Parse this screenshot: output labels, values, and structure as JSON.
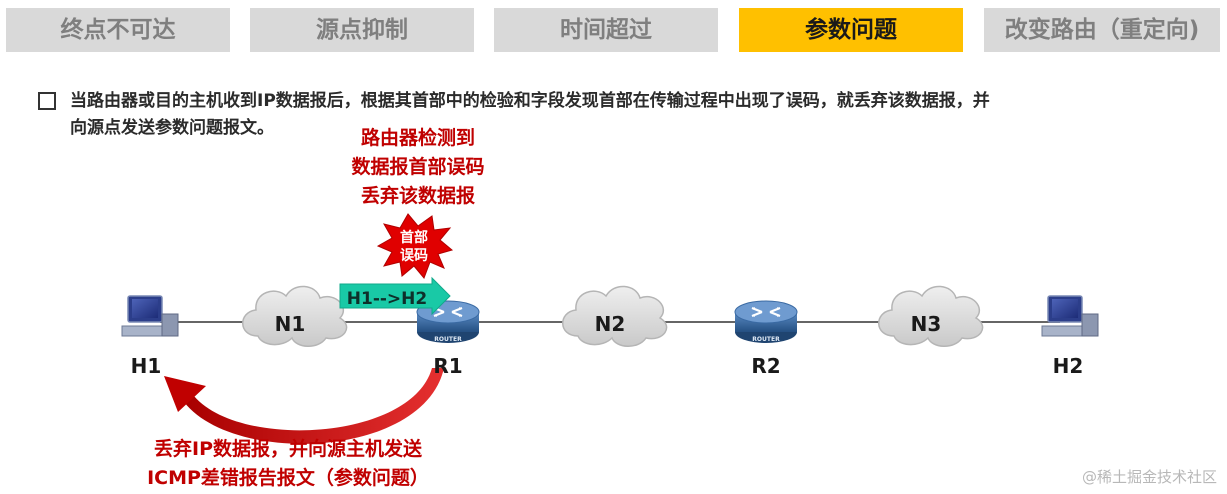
{
  "tabs": [
    {
      "label": "终点不可达",
      "active": false
    },
    {
      "label": "源点抑制",
      "active": false
    },
    {
      "label": "时间超过",
      "active": false
    },
    {
      "label": "参数问题",
      "active": true
    },
    {
      "label": "改变路由（重定向)",
      "active": false
    }
  ],
  "description": {
    "line1": "当路由器或目的主机收到IP数据报后，根据其首部中的检验和字段发现首部在传输过程中出现了误码，就丢弃该数据报，并",
    "line2": "向源点发送参数问题报文。"
  },
  "annotation_top": {
    "line1": "路由器检测到",
    "line2": "数据报首部误码",
    "line3": "丢弃该数据报"
  },
  "error_burst": {
    "line1": "首部",
    "line2": "误码"
  },
  "packet_label": "H1-->H2",
  "networks": [
    "N1",
    "N2",
    "N3"
  ],
  "router_badge": "ROUTER",
  "nodes": {
    "h1": "H1",
    "r1": "R1",
    "r2": "R2",
    "h2": "H2"
  },
  "annotation_bottom": {
    "line1": "丢弃IP数据报，并向源主机发送",
    "line2": "ICMP差错报告报文（参数问题）"
  },
  "watermark": "@稀土掘金技术社区",
  "colors": {
    "tab_inactive_bg": "#d9d9d9",
    "tab_inactive_text": "#7f7f7f",
    "tab_active_bg": "#ffc000",
    "annotation_red": "#c00000",
    "packet_teal": "#19c9a6",
    "router_blue": "#3d6fa8"
  }
}
